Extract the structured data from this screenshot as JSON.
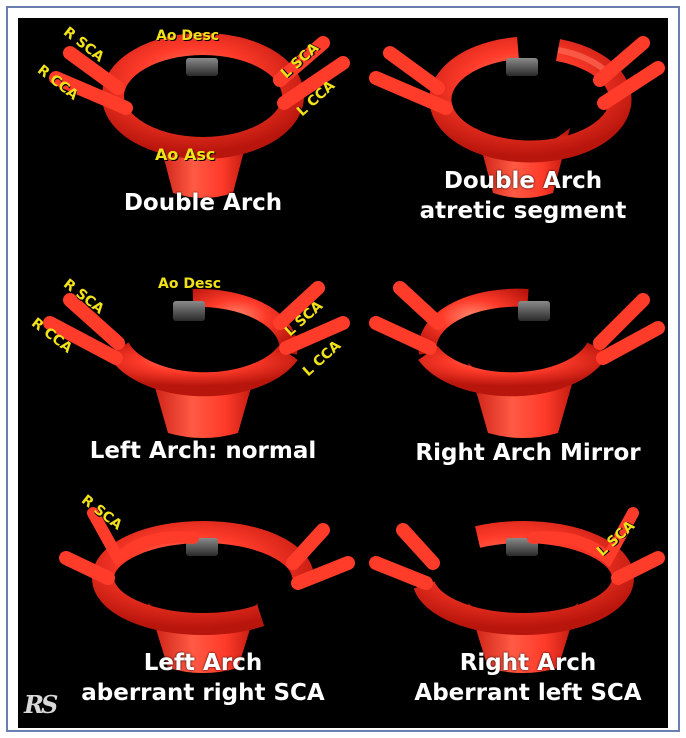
{
  "colors": {
    "vessel": "#ff3b2a",
    "vessel_dark": "#c51a10",
    "vessel_light": "#ff8a70",
    "label": "#f2e21a",
    "caption": "#ffffff",
    "background": "#000000",
    "frame": "#6a7fb0"
  },
  "panels": [
    {
      "caption_lines": [
        "Double Arch"
      ],
      "labels": {
        "ao_desc": "Ao Desc",
        "r_sca": "R SCA",
        "r_cca": "R CCA",
        "l_sca": "L SCA",
        "l_cca": "L CCA",
        "ao_asc": "Ao Asc"
      }
    },
    {
      "caption_lines": [
        "Double Arch",
        "atretic segment"
      ]
    },
    {
      "caption_lines": [
        "Left Arch: normal"
      ],
      "labels": {
        "ao_desc": "Ao Desc",
        "r_sca": "R SCA",
        "r_cca": "R CCA",
        "l_sca": "L SCA",
        "l_cca": "L CCA"
      }
    },
    {
      "caption_lines": [
        "Right Arch Mirror"
      ]
    },
    {
      "caption_lines": [
        "Left Arch",
        "aberrant right SCA"
      ],
      "labels": {
        "r_sca": "R SCA"
      }
    },
    {
      "caption_lines": [
        "Right Arch",
        "Aberrant left SCA"
      ],
      "labels": {
        "l_sca": "L SCA"
      }
    }
  ],
  "signature": "RS"
}
